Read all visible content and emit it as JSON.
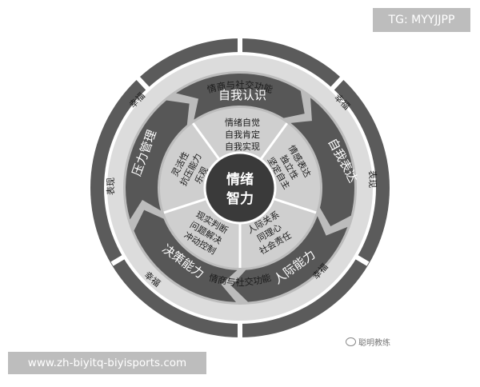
{
  "tags": {
    "tg": "TG: MYYJJPP",
    "url": "www.zh-biyitq-biyisports.com",
    "watermark": "聪明教练"
  },
  "center": {
    "line1": "情绪",
    "line2": "智力"
  },
  "outer_ring": {
    "top": "情商与社交功能",
    "bottom": "情商与社交功能"
  },
  "ring_labels": {
    "xingfu_top_left": "幸福",
    "biaoxian_left": "表现",
    "xingfu_bottom_left": "幸福",
    "xingfu_top_right": "幸福",
    "biaoxian_right": "表现",
    "xingfu_bottom_right": "幸福"
  },
  "segments": [
    {
      "title": "自我认识",
      "items": [
        "情绪自觉",
        "自我肯定",
        "自我实现"
      ]
    },
    {
      "title": "自我表达",
      "items": [
        "情感表达",
        "独立性",
        "坚定自主"
      ]
    },
    {
      "title": "人际能力",
      "items": [
        "人际关系",
        "同理心",
        "社会责任"
      ]
    },
    {
      "title": "决策能力",
      "items": [
        "现实判断",
        "问题解决",
        "冲动控制"
      ]
    },
    {
      "title": "压力管理",
      "items": [
        "灵活性",
        "抗压能力",
        "乐观"
      ]
    }
  ],
  "colors": {
    "outer_ring": "#5b5b5b",
    "light_ring": "#dcdcdc",
    "band": "#bcbcbc",
    "arrow": "#575757",
    "inner": "#cfcfcf",
    "center": "#3a3a3a"
  }
}
